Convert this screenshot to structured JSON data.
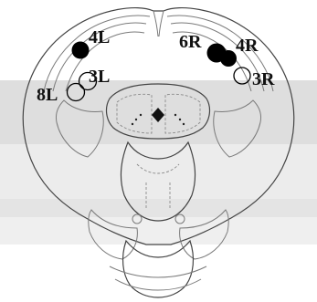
{
  "figure": {
    "markers": [
      {
        "label": "4L",
        "kind": "filled"
      },
      {
        "label": "3L",
        "kind": "open"
      },
      {
        "label": "8L",
        "kind": "open"
      },
      {
        "label": "6R",
        "kind": "filled"
      },
      {
        "label": "4R",
        "kind": "filled"
      },
      {
        "label": "3R",
        "kind": "open"
      }
    ],
    "colors": {
      "filled_marker": "#000000",
      "open_marker_stroke": "#000000",
      "band_light": "#e9e9e9",
      "band_mid": "#dcdcdc",
      "outline": "#7a7a7a"
    }
  }
}
